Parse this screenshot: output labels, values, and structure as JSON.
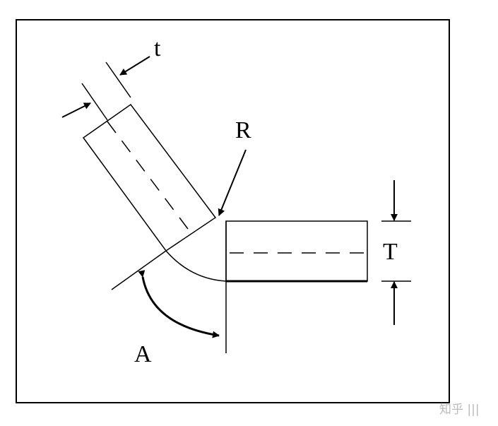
{
  "labels": {
    "t": "t",
    "R": "R",
    "T": "T",
    "A": "A"
  },
  "watermark": "知乎 |||"
}
